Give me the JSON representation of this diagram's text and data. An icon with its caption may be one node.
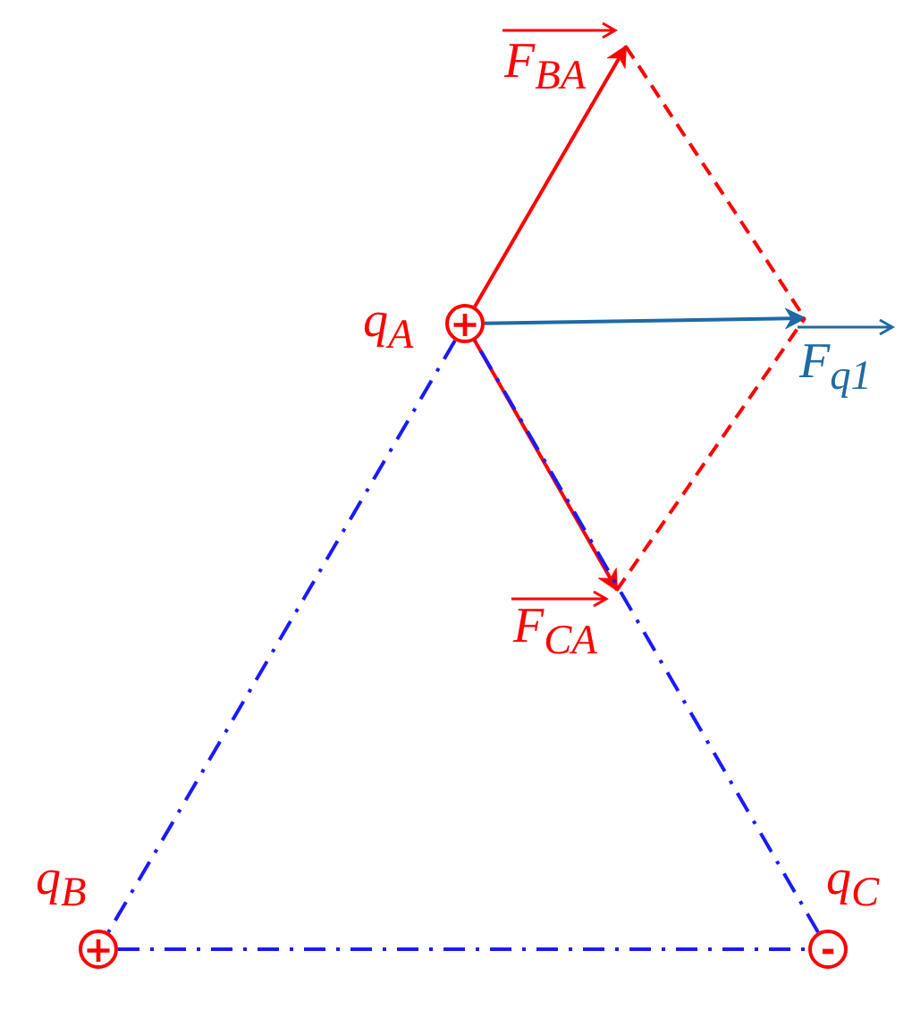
{
  "diagram": {
    "nodes": [
      {
        "text": [
          "+"
        ],
        "beside": [
          "q$_{A}$"
        ]
      },
      {
        "text": [
          "+"
        ],
        "beside": [
          "q$_{B}$"
        ]
      },
      {
        "text": [
          "-"
        ],
        "beside": [
          "q$_{C}$"
        ]
      },
      {
        "text": [
          "F$_{BA}$"
        ]
      },
      {
        "text": [
          "F$_{CA}$"
        ]
      },
      {
        "text": [
          "F$_{q1}$"
        ]
      }
    ],
    "edges": [
      {
        "from": 0,
        "to": 3,
        "arrow": "to"
      },
      {
        "from": 0,
        "to": 4,
        "arrow": "to"
      },
      {
        "from": 0,
        "to": 5,
        "arrow": "to",
        "color": "#1f6aa5"
      },
      {
        "from": 3,
        "to": 5,
        "arrow": "none",
        "style": "dashed"
      },
      {
        "from": 4,
        "to": 5,
        "arrow": "none",
        "style": "dashed"
      },
      {
        "from": 0,
        "to": 1,
        "arrow": "none",
        "style": "dashed",
        "color": "#1a1aff"
      },
      {
        "from": 1,
        "to": 2,
        "arrow": "none",
        "style": "dashed",
        "color": "#1a1aff"
      },
      {
        "from": 2,
        "to": 0,
        "arrow": "none",
        "style": "dashed",
        "color": "#1a1aff"
      }
    ]
  }
}
